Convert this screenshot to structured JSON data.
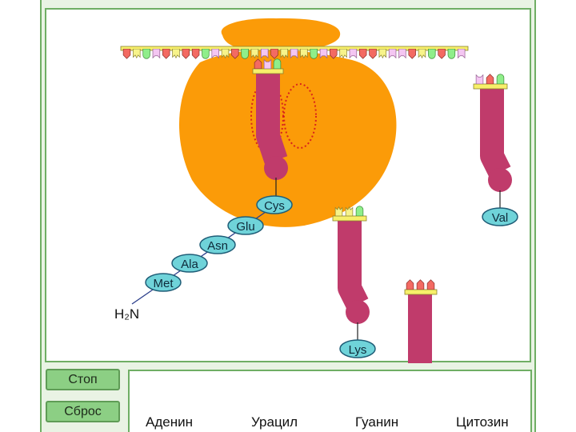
{
  "controls": {
    "stop_label": "Стоп",
    "reset_label": "Сброс"
  },
  "chain": {
    "amino_acids": [
      "Met",
      "Ala",
      "Asn",
      "Glu",
      "Cys"
    ],
    "n_terminus": "H₂N"
  },
  "trnas": [
    {
      "amino_acid": "Val"
    },
    {
      "amino_acid": "Lys"
    },
    {
      "amino_acid": ""
    }
  ],
  "legend": [
    {
      "label": "Аденин",
      "color": "#f36a62",
      "shape": "adenine-icon"
    },
    {
      "label": "Урацил",
      "color": "#f7f38a",
      "shape": "uracil-icon"
    },
    {
      "label": "Гуанин",
      "color": "#8fee8a",
      "shape": "guanine-icon"
    },
    {
      "label": "Цитозин",
      "color": "#f4c6f2",
      "shape": "cytosine-icon"
    }
  ],
  "colors": {
    "ribosome": "#fb9b08",
    "trna": "#c03b6b",
    "amino_acid_fill": "#6fd3d9",
    "panel_border": "#6fae64",
    "button_fill": "#8ccf84"
  }
}
